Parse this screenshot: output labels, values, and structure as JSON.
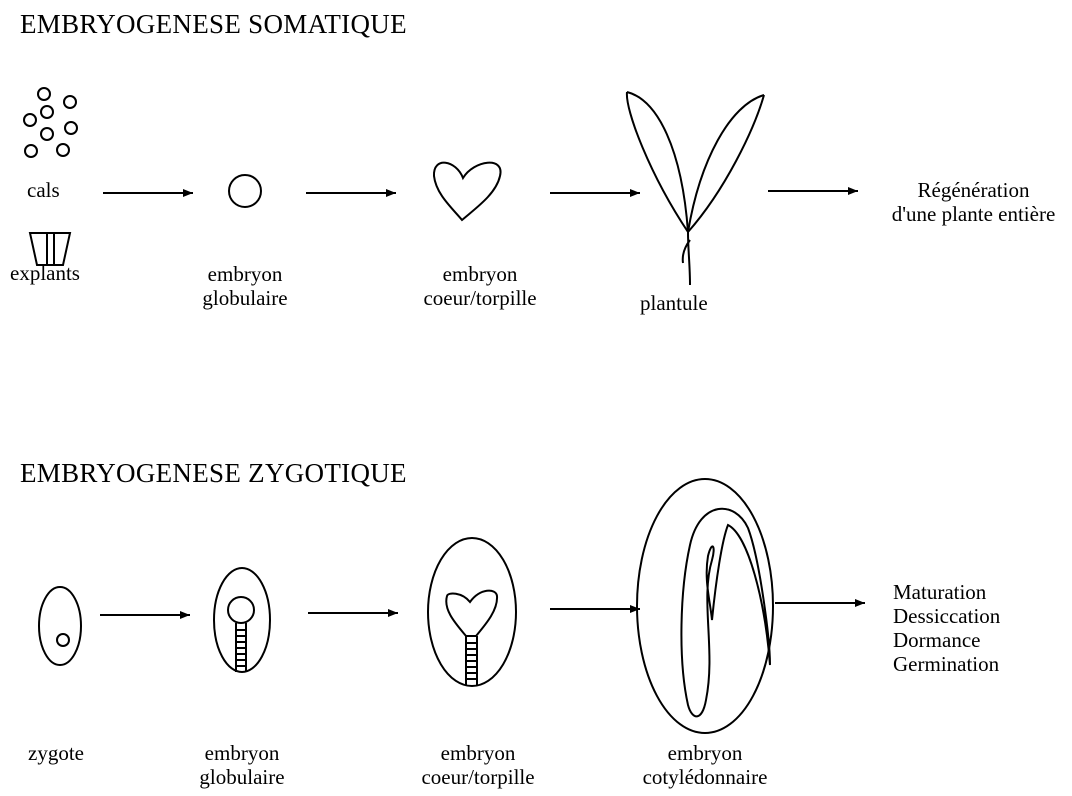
{
  "somatic": {
    "title": "EMBRYOGENESE SOMATIQUE",
    "labels": {
      "cals": "cals",
      "explants": "explants",
      "globular_1": "embryon",
      "globular_2": "globulaire",
      "heart_1": "embryon",
      "heart_2": "coeur/torpille",
      "plantlet": "plantule",
      "result_1": "Régénération",
      "result_2": "d'une plante entière"
    }
  },
  "zygotic": {
    "title": "EMBRYOGENESE ZYGOTIQUE",
    "labels": {
      "zygote": "zygote",
      "globular_1": "embryon",
      "globular_2": "globulaire",
      "heart_1": "embryon",
      "heart_2": "coeur/torpille",
      "cotyledon_1": "embryon",
      "cotyledon_2": "cotylédonnaire",
      "result_1": "Maturation",
      "result_2": "Dessiccation",
      "result_3": "Dormance",
      "result_4": "Germination"
    }
  }
}
